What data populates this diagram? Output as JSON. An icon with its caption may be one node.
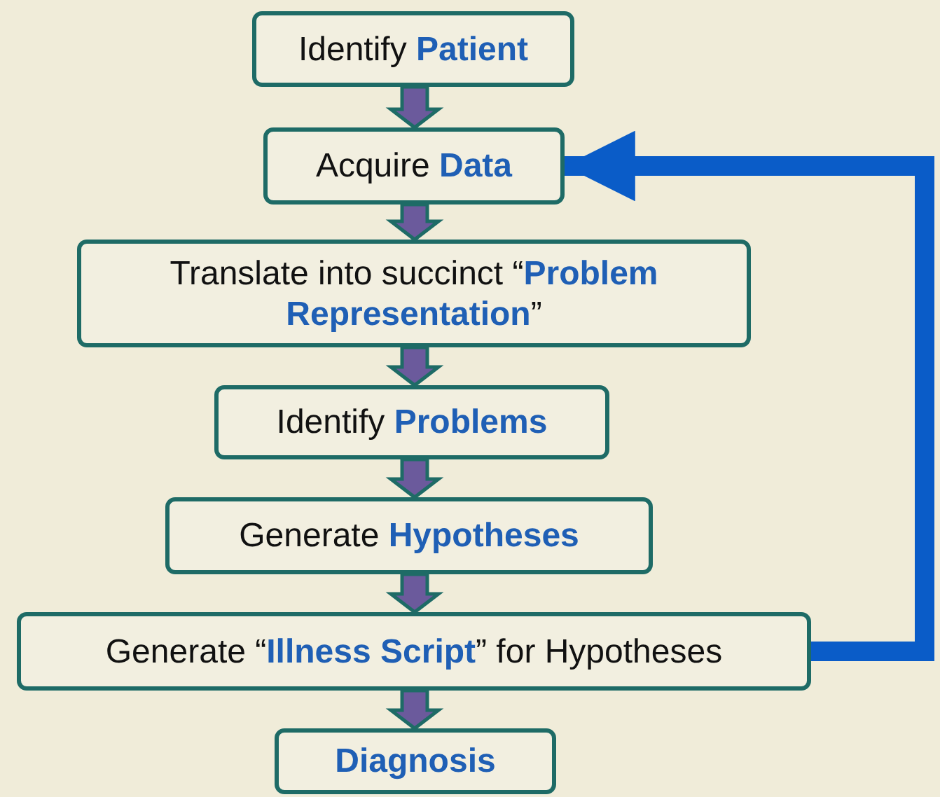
{
  "diagram": {
    "nodes": [
      {
        "text": [
          "Identify **Patient**"
        ]
      },
      {
        "text": [
          "Acquire **Data**"
        ]
      },
      {
        "text": [
          "Translate into succinct “**Problem Representation**”"
        ]
      },
      {
        "text": [
          "Identify **Problems**"
        ]
      },
      {
        "text": [
          "Generate **Hypotheses**"
        ]
      },
      {
        "text": [
          "Generate “**Illness Script**” for Hypotheses"
        ]
      },
      {
        "text": [
          "Diagnosis"
        ]
      }
    ],
    "edges": [
      {
        "from": 0,
        "to": 1,
        "arrow": "to"
      },
      {
        "from": 1,
        "to": 2,
        "arrow": "to"
      },
      {
        "from": 2,
        "to": 3,
        "arrow": "to"
      },
      {
        "from": 3,
        "to": 4,
        "arrow": "to"
      },
      {
        "from": 4,
        "to": 5,
        "arrow": "to"
      },
      {
        "from": 5,
        "to": 6,
        "arrow": "to"
      },
      {
        "from": 5,
        "to": 1,
        "arrow": "to",
        "color": "#0a5cc8"
      }
    ]
  }
}
